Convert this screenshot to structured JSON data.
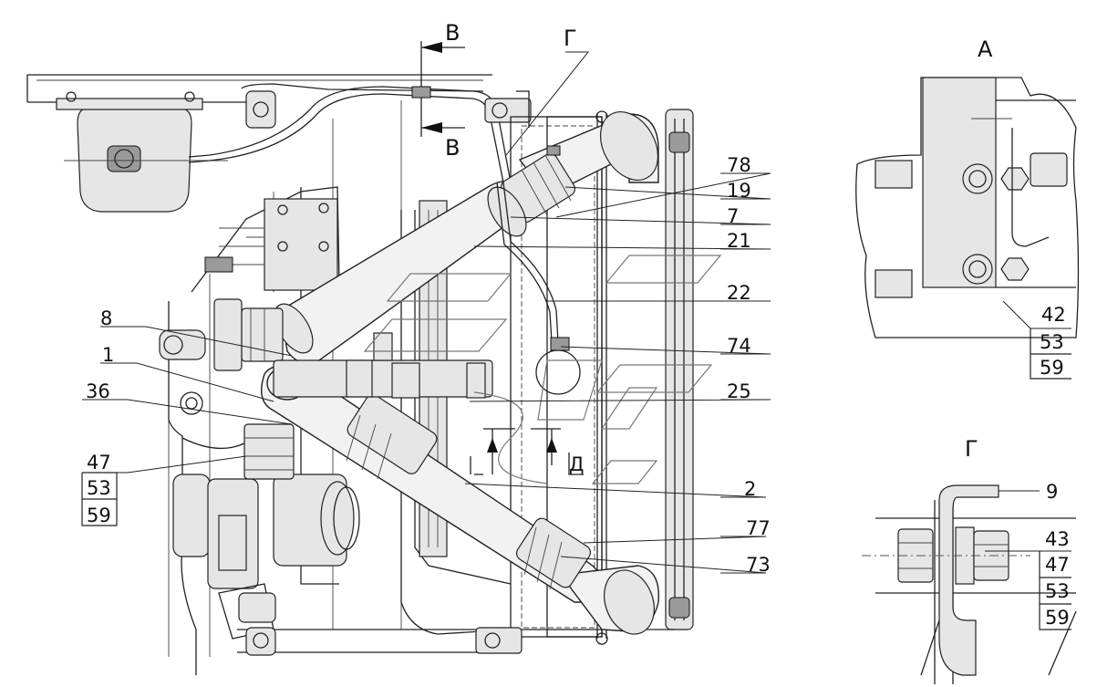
{
  "section_marks": {
    "b_top": "В",
    "b_bottom": "В",
    "g_main": "Г",
    "a_view": "А",
    "g_view": "Г"
  },
  "callouts": [
    {
      "id": "c78",
      "text": "78"
    },
    {
      "id": "c19",
      "text": "19"
    },
    {
      "id": "c7",
      "text": "7"
    },
    {
      "id": "c21",
      "text": "21"
    },
    {
      "id": "c22",
      "text": "22"
    },
    {
      "id": "c74",
      "text": "74"
    },
    {
      "id": "c25",
      "text": "25"
    },
    {
      "id": "c8",
      "text": "8"
    },
    {
      "id": "c1",
      "text": "1"
    },
    {
      "id": "c36",
      "text": "36"
    },
    {
      "id": "c2",
      "text": "2"
    },
    {
      "id": "c77",
      "text": "77"
    },
    {
      "id": "c73",
      "text": "73"
    }
  ],
  "stacked_callouts": {
    "left": [
      "47",
      "53",
      "59"
    ],
    "view_a": [
      "42",
      "53",
      "59"
    ],
    "view_g_top": "9",
    "view_g": [
      "43",
      "47",
      "53",
      "59"
    ]
  },
  "section_d_mark": "Д"
}
